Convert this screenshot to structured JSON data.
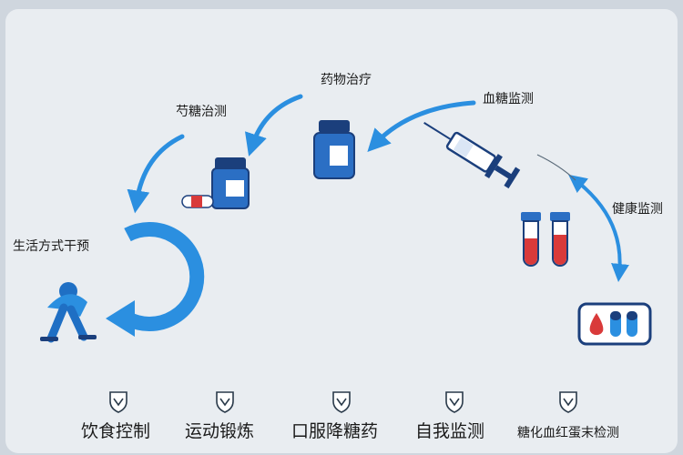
{
  "diagram": {
    "labels": {
      "medication": "药物治疗",
      "monitoring": "芍糖治测",
      "lifestyle": "生活方式干预",
      "blood_sugar": "血糖监测",
      "health": "健康监测"
    },
    "bottom_items": [
      {
        "label": "饮食控制"
      },
      {
        "label": "运动锻炼"
      },
      {
        "label": "口服降糖药"
      },
      {
        "label": "自我监测"
      },
      {
        "label": "糖化血红蛋末检测"
      }
    ],
    "colors": {
      "accent": "#2b8fe0",
      "navy": "#1b3f7c",
      "red": "#d93a3a",
      "panel": "#e9edf1"
    },
    "icons": [
      "pill-bottle-icon",
      "medicine-jar-icon",
      "syringe-icon",
      "test-tube-icon",
      "glucose-meter-icon",
      "walking-person-icon",
      "shield-check-icon"
    ]
  }
}
